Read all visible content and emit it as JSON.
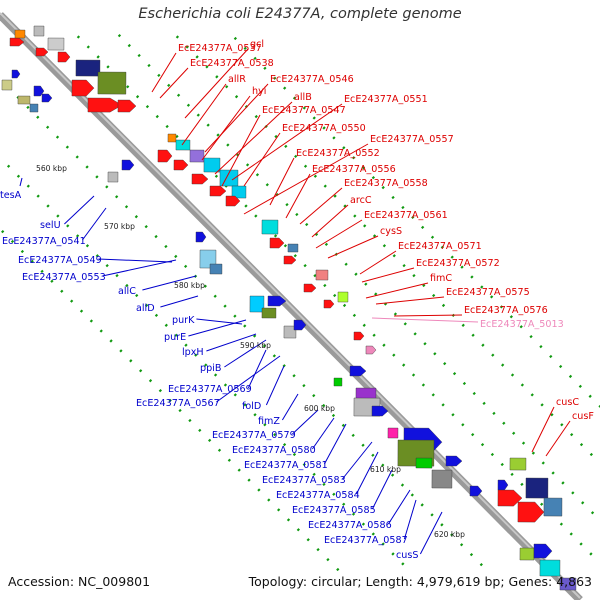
{
  "title": "Escherichia coli E24377A, complete genome",
  "footer": {
    "accession": "Accession: NC_009801",
    "stats": "Topology: circular; Length: 4,979,619 bp; Genes: 4,863"
  },
  "colors": {
    "plus_label": "#dd0000",
    "minus_label": "#0000cc",
    "rna_label": "#ee88bb",
    "backbone": "#9a9a9a",
    "tick": "#119911"
  },
  "ruler": [
    "560 kbp",
    "570 kbp",
    "580 kbp",
    "590 kbp",
    "600 kbp",
    "610 kbp",
    "620 kbp"
  ],
  "plus_labels": [
    "EcE24377A_0537",
    "gcl",
    "EcE24377A_0538",
    "allR",
    "EcE24377A_0546",
    "hyi",
    "allB",
    "EcE24377A_0551",
    "EcE24377A_0547",
    "EcE24377A_0550",
    "EcE24377A_0557",
    "EcE24377A_0552",
    "EcE24377A_0556",
    "EcE24377A_0558",
    "arcC",
    "EcE24377A_0561",
    "cysS",
    "EcE24377A_0571",
    "EcE24377A_0572",
    "fimC",
    "EcE24377A_0575",
    "EcE24377A_0576",
    "cusC",
    "cusF"
  ],
  "rna_labels": [
    "EcE24377A_5013"
  ],
  "minus_labels": [
    "tesA",
    "selU",
    "EcE24377A_0541",
    "EcE24377A_0549",
    "EcE24377A_0553",
    "allC",
    "allD",
    "purK",
    "purE",
    "lpxH",
    "ppiB",
    "EcE24377A_0569",
    "EcE24377A_0567",
    "folD",
    "fimZ",
    "EcE24377A_0579",
    "EcE24377A_0580",
    "EcE24377A_0581",
    "EcE24377A_0583",
    "EcE24377A_0584",
    "EcE24377A_0585",
    "EcE24377A_0586",
    "EcE24377A_0587",
    "cusS"
  ]
}
